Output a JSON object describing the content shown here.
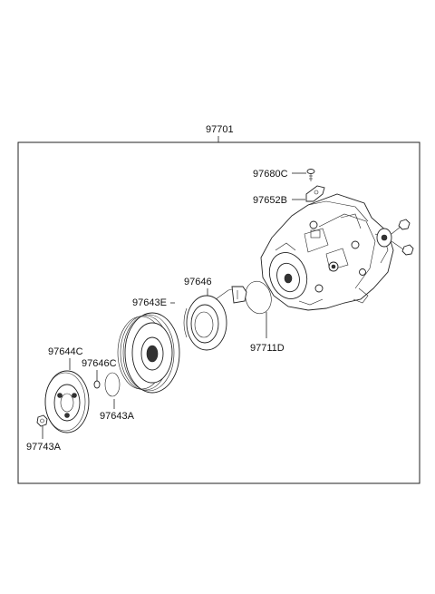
{
  "assembly_label": "97701",
  "parts": [
    {
      "id": "97680C"
    },
    {
      "id": "97652B"
    },
    {
      "id": "97646"
    },
    {
      "id": "97643E"
    },
    {
      "id": "97711D"
    },
    {
      "id": "97644C"
    },
    {
      "id": "97646C"
    },
    {
      "id": "97643A"
    },
    {
      "id": "97743A"
    }
  ]
}
